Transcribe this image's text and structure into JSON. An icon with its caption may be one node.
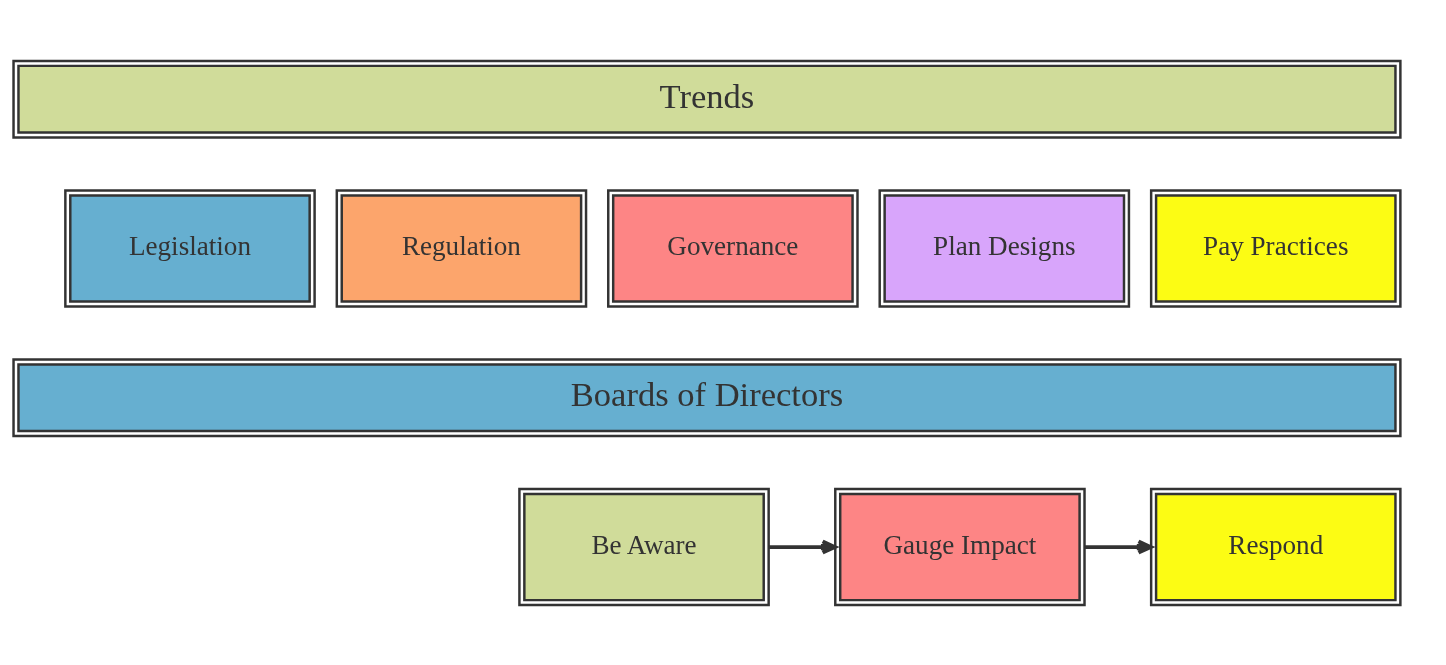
{
  "diagram": {
    "nodes": [
      {
        "text": [
          "Trends"
        ]
      },
      {
        "text": [
          "Legislation"
        ]
      },
      {
        "text": [
          "Regulation"
        ]
      },
      {
        "text": [
          "Governance"
        ]
      },
      {
        "text": [
          "Plan Designs"
        ]
      },
      {
        "text": [
          "Pay Practices"
        ]
      },
      {
        "text": [
          "Boards of Directors"
        ]
      },
      {
        "text": [
          "Be Aware"
        ]
      },
      {
        "text": [
          "Gauge Impact"
        ]
      },
      {
        "text": [
          "Respond"
        ]
      }
    ],
    "edges": [
      {
        "from": 7,
        "to": 8,
        "arrow": "to"
      },
      {
        "from": 8,
        "to": 9,
        "arrow": "to"
      }
    ]
  }
}
